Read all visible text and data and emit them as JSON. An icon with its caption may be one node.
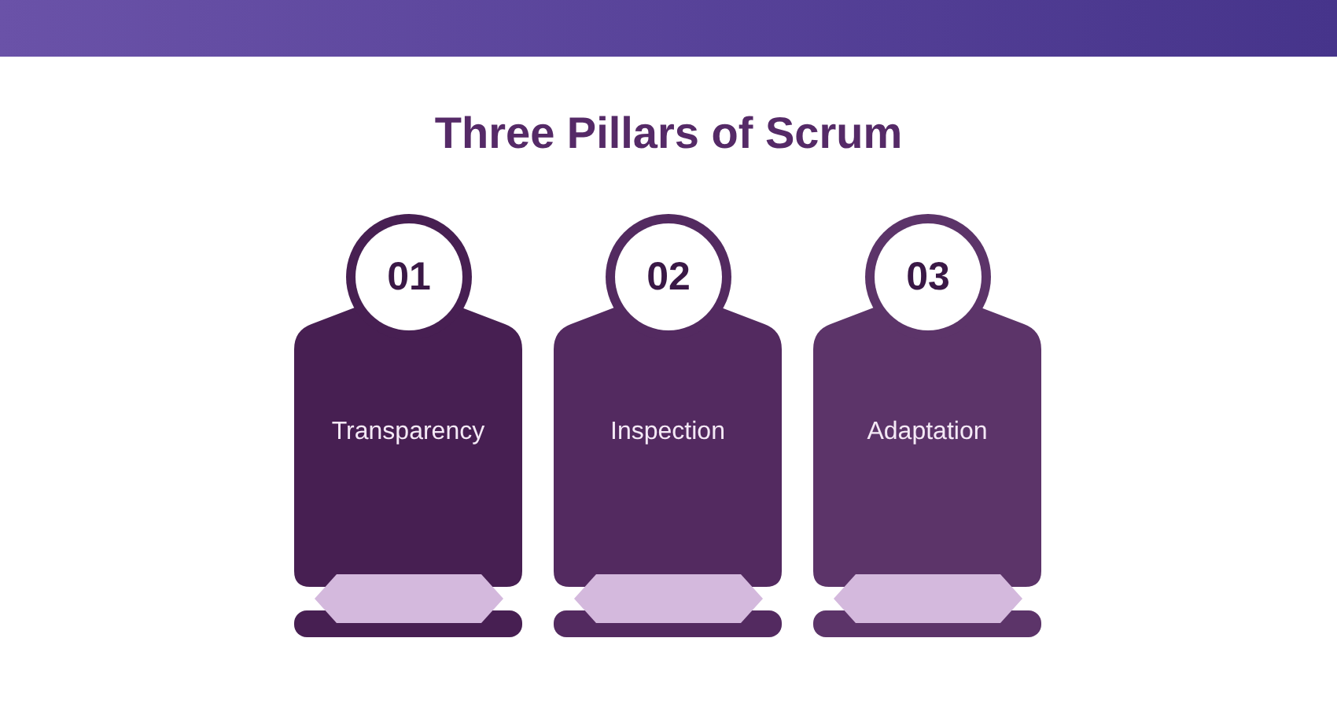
{
  "diagram": {
    "title": "Three Pillars of Scrum",
    "nodes": [
      {
        "text": [
          "01",
          "Transparency"
        ]
      },
      {
        "text": [],
        "shape": "hexagon"
      },
      {
        "text": [],
        "shape": "bar"
      },
      {
        "text": [
          "02",
          "Inspection"
        ]
      },
      {
        "text": [],
        "shape": "hexagon"
      },
      {
        "text": [],
        "shape": "bar"
      },
      {
        "text": [
          "03",
          "Adaptation"
        ]
      },
      {
        "text": [],
        "shape": "hexagon"
      },
      {
        "text": [],
        "shape": "bar"
      }
    ]
  }
}
